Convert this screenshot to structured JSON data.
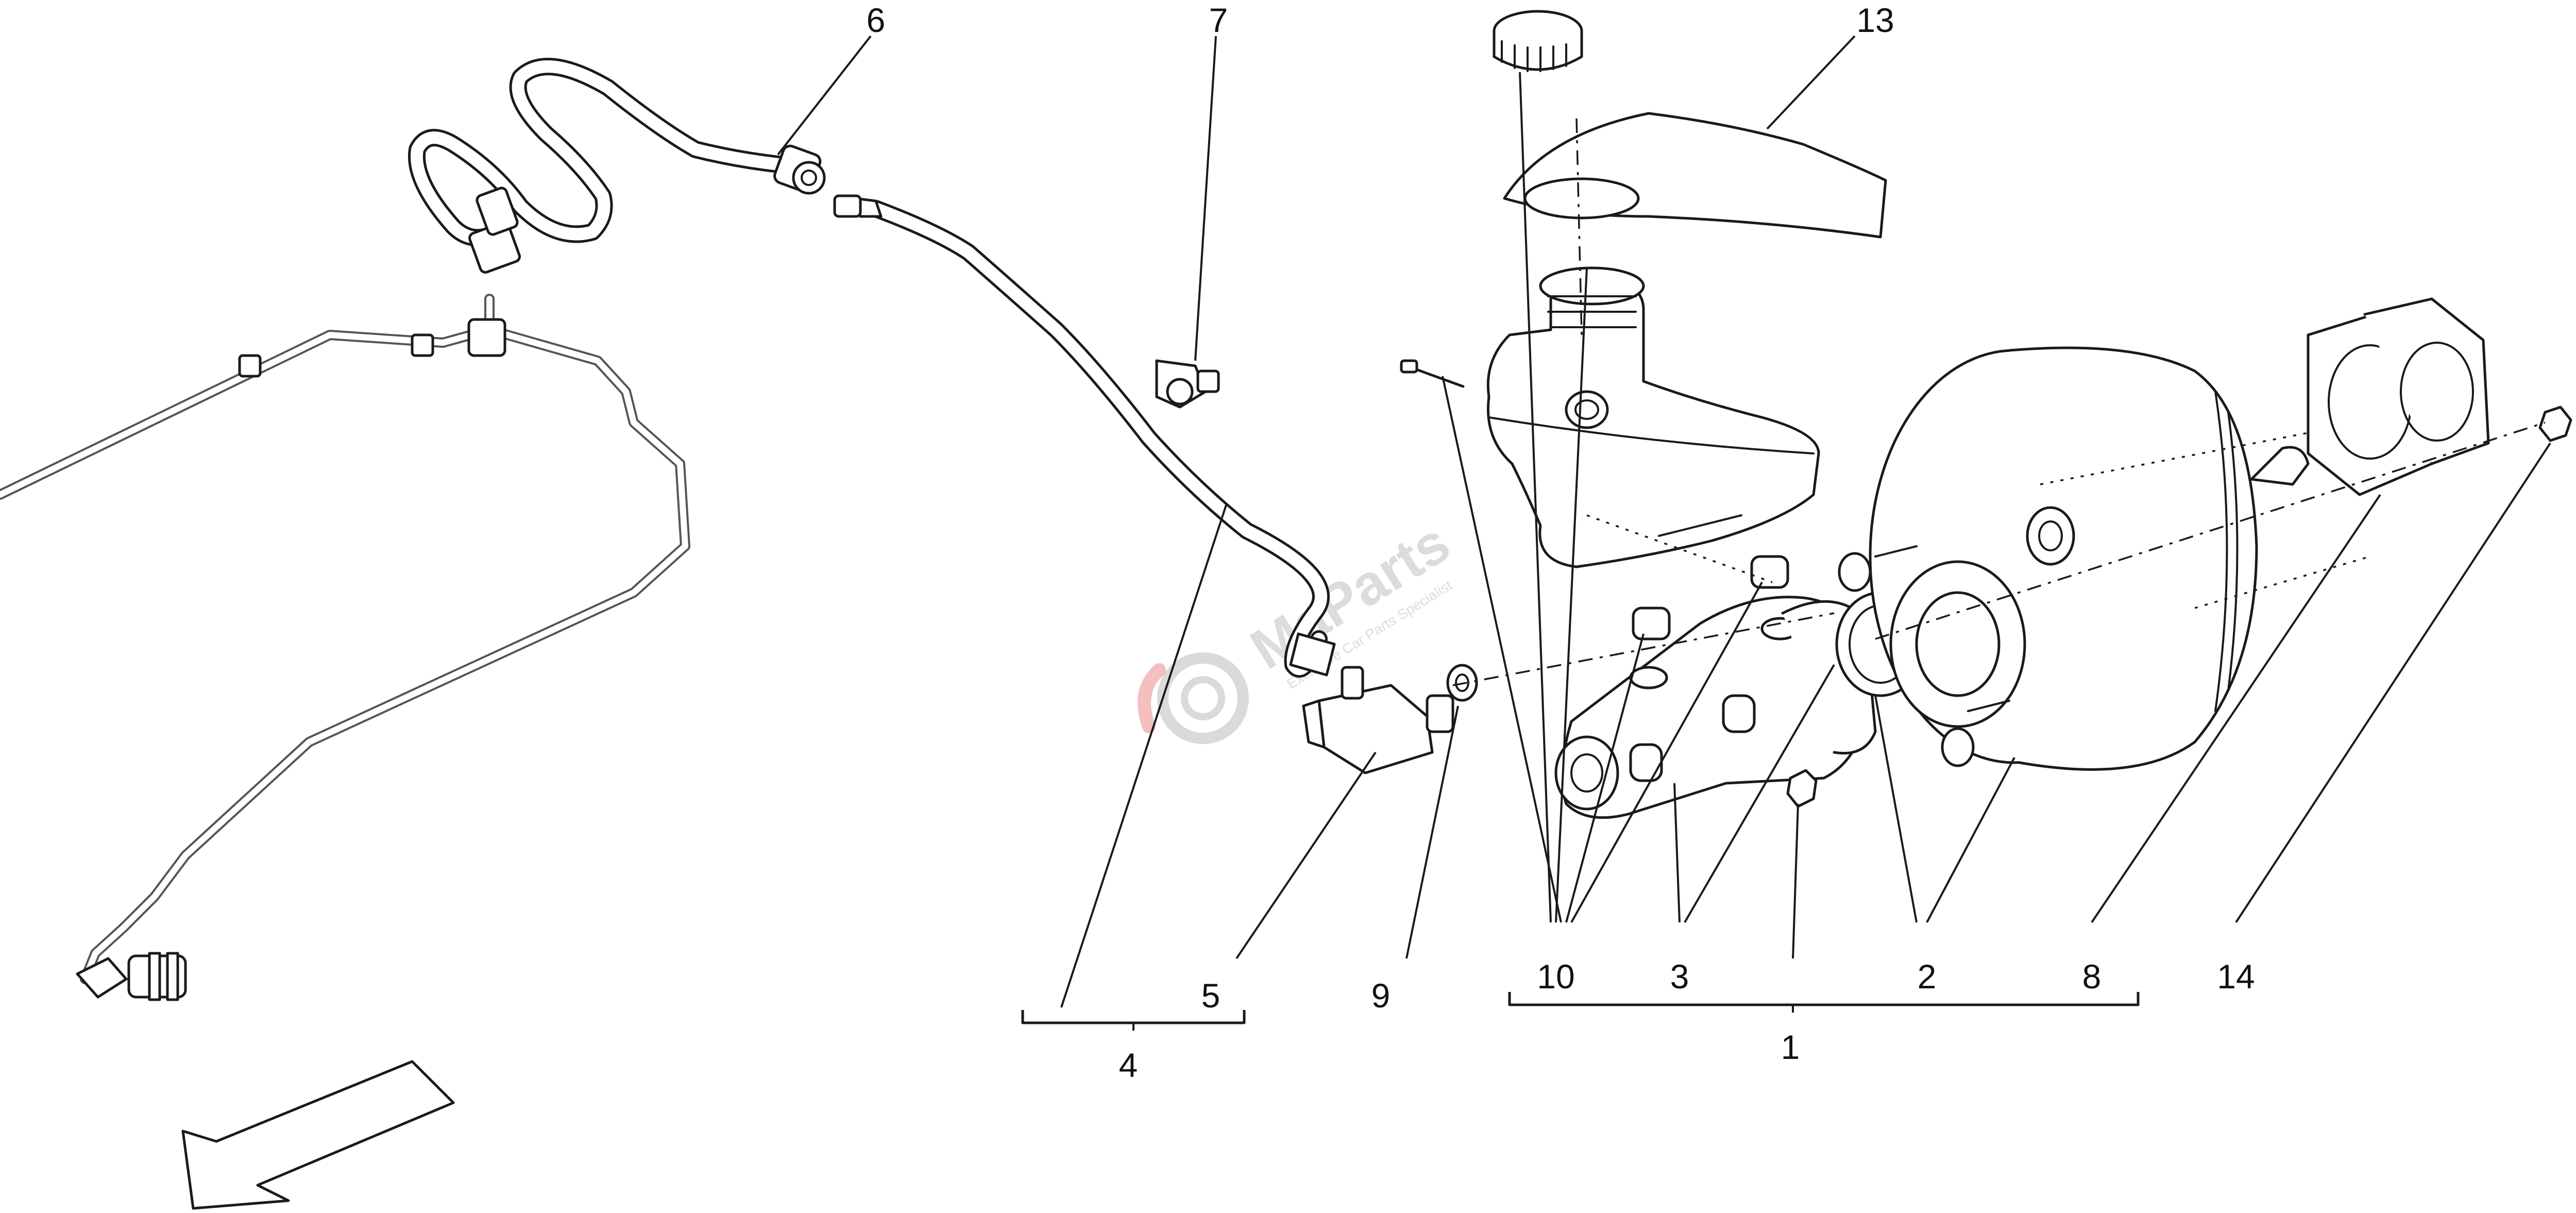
{
  "diagram": {
    "callouts": [
      {
        "id": "label-6",
        "text": "6"
      },
      {
        "id": "label-7",
        "text": "7"
      },
      {
        "id": "label-13",
        "text": "13"
      },
      {
        "id": "label-10",
        "text": "10"
      },
      {
        "id": "label-3",
        "text": "3"
      },
      {
        "id": "label-2",
        "text": "2"
      },
      {
        "id": "label-8",
        "text": "8"
      },
      {
        "id": "label-14",
        "text": "14"
      },
      {
        "id": "label-5",
        "text": "5"
      },
      {
        "id": "label-9",
        "text": "9"
      },
      {
        "id": "label-4",
        "text": "4"
      },
      {
        "id": "label-1",
        "text": "1"
      }
    ],
    "watermark": {
      "brand": "MaParts",
      "tagline": "Exclusive Car Parts Specialist"
    }
  }
}
